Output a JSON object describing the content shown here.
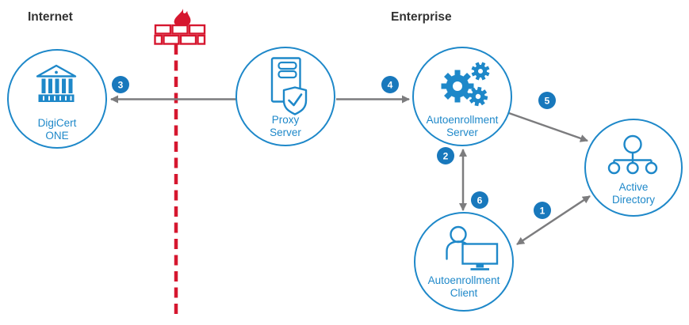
{
  "regions": {
    "internet": "Internet",
    "enterprise": "Enterprise"
  },
  "nodes": [
    {
      "id": "digicert-one",
      "label_lines": [
        "DigiCert",
        "ONE"
      ]
    },
    {
      "id": "proxy-server",
      "label_lines": [
        "Proxy",
        "Server"
      ]
    },
    {
      "id": "autoenrollment-server",
      "label_lines": [
        "Autoenrollment",
        "Server"
      ]
    },
    {
      "id": "active-directory",
      "label_lines": [
        "Active",
        "Directory"
      ]
    },
    {
      "id": "autoenrollment-client",
      "label_lines": [
        "Autoenrollment",
        "Client"
      ]
    }
  ],
  "badges": [
    "1",
    "2",
    "3",
    "4",
    "5",
    "6"
  ],
  "edges": [
    {
      "badge": "3",
      "from": "Proxy Server",
      "to": "DigiCert ONE",
      "direction": "one-way",
      "crosses": "firewall"
    },
    {
      "badge": "4",
      "from": "Proxy Server",
      "to": "Autoenrollment Server",
      "direction": "one-way"
    },
    {
      "badge": "5",
      "from": "Autoenrollment Server",
      "to": "Active Directory",
      "direction": "one-way"
    },
    {
      "badge": "2,6",
      "from": "Autoenrollment Server",
      "to": "Autoenrollment Client",
      "direction": "two-way"
    },
    {
      "badge": "1",
      "from": "Autoenrollment Client",
      "to": "Active Directory",
      "direction": "two-way"
    }
  ],
  "icons": [
    "bank-icon",
    "server-shield-icon",
    "gears-icon",
    "org-chart-icon",
    "person-workstation-icon",
    "firewall-icon"
  ],
  "colors": {
    "node_blue": "#1E88C9",
    "badge_blue": "#1878BC",
    "firewall_red": "#D6172F",
    "arrow_gray": "#7C7C7E",
    "heading_dark": "#333333"
  }
}
